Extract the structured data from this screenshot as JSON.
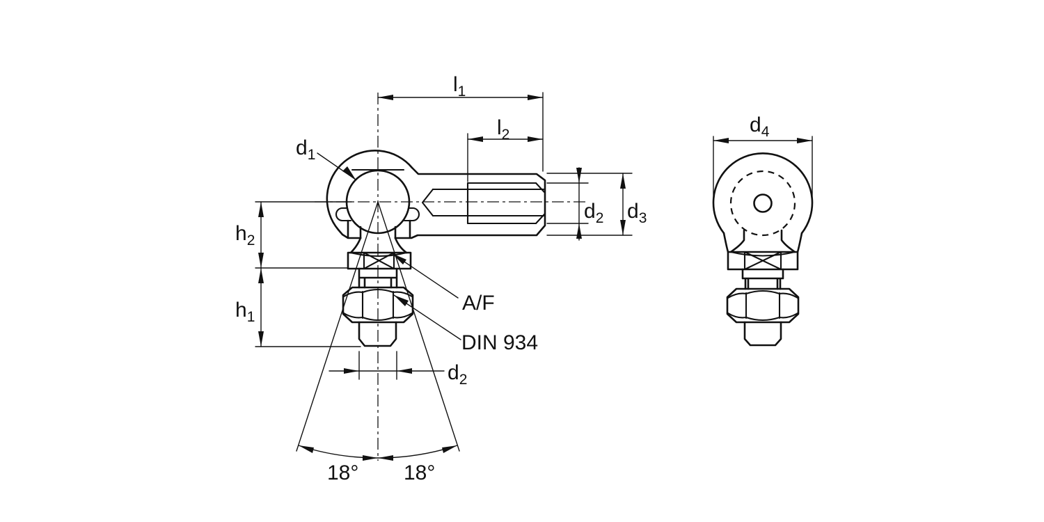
{
  "drawing": {
    "title": "Angle ball joint with ball stud — dimensioned technical drawing (side view and front view)",
    "standard_note": "DIN 934",
    "colors": {
      "line": "#111111",
      "background": "#ffffff"
    },
    "labels": {
      "l1": {
        "base": "l",
        "sub": "1"
      },
      "l2": {
        "base": "l",
        "sub": "2"
      },
      "d1": {
        "base": "d",
        "sub": "1"
      },
      "d2_side": {
        "base": "d",
        "sub": "2"
      },
      "d3": {
        "base": "d",
        "sub": "3"
      },
      "d2_stud": {
        "base": "d",
        "sub": "2"
      },
      "d4": {
        "base": "d",
        "sub": "4"
      },
      "h1": {
        "base": "h",
        "sub": "1"
      },
      "h2": {
        "base": "h",
        "sub": "2"
      },
      "af": "A/F",
      "din934": "DIN 934",
      "angle_left": "18°",
      "angle_right": "18°"
    }
  }
}
